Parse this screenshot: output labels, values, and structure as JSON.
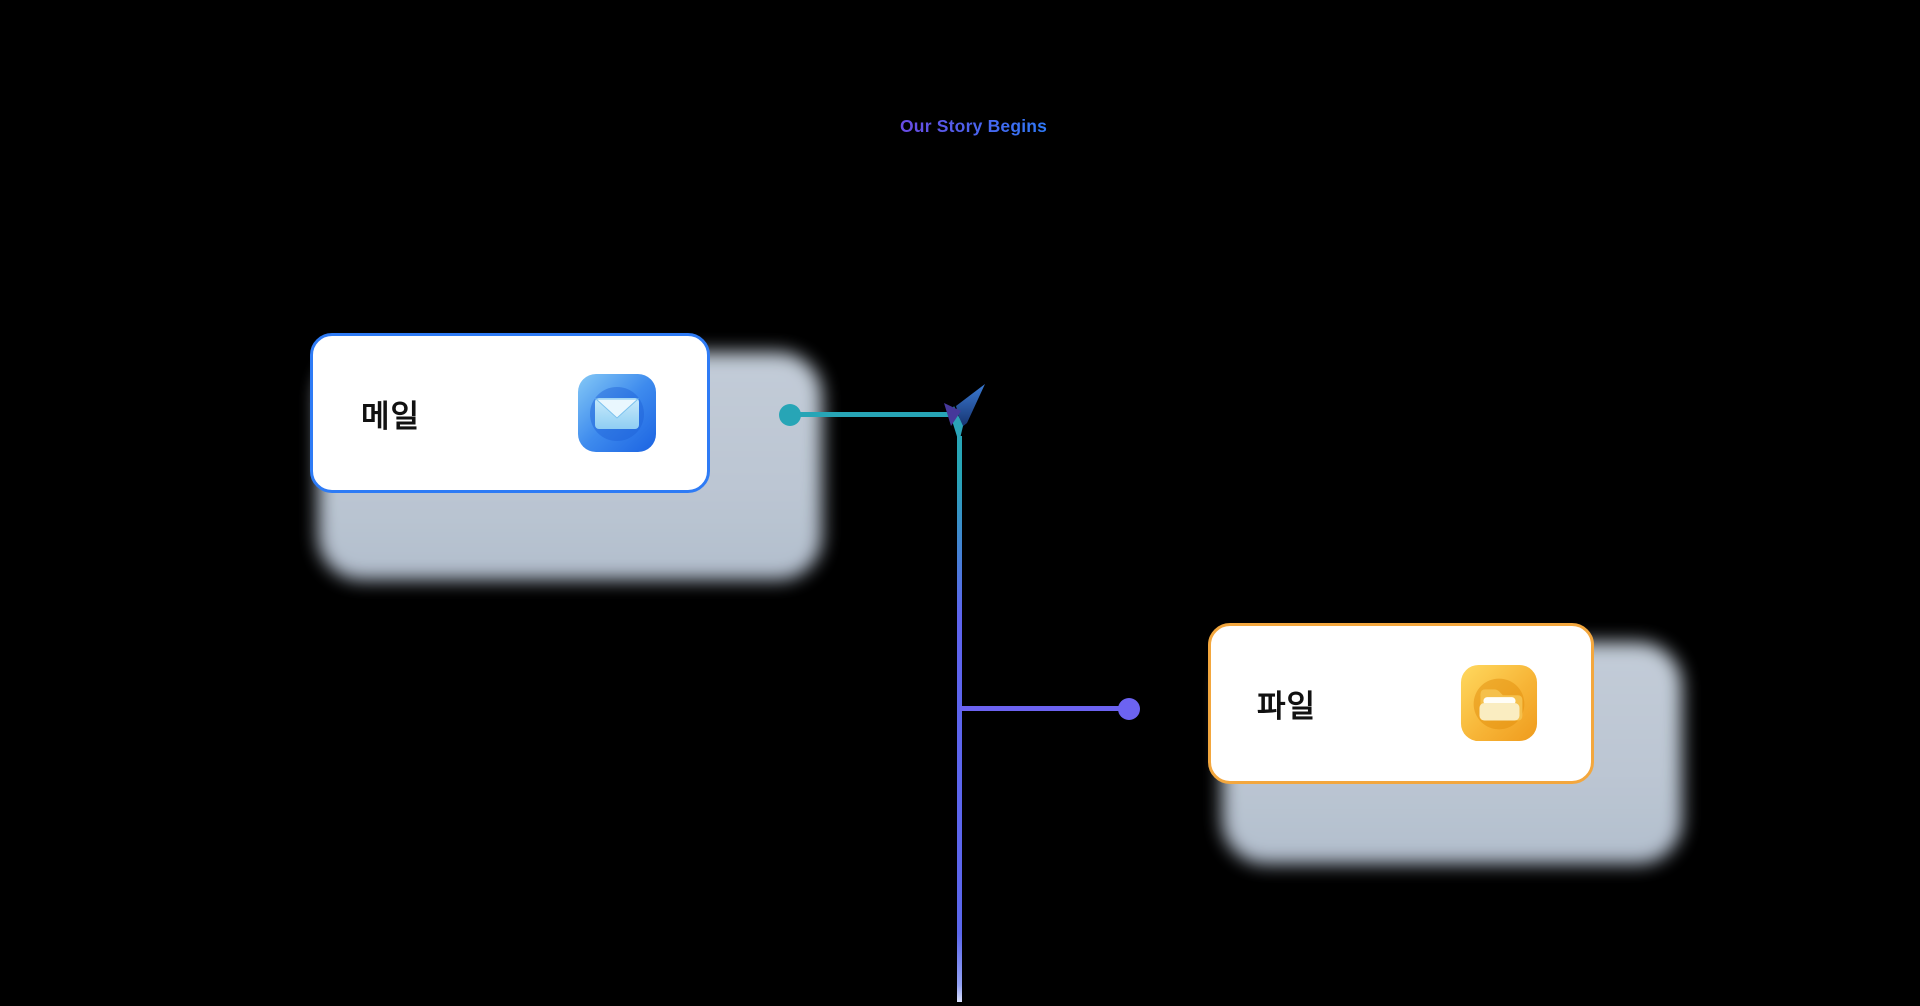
{
  "title": {
    "text": "Our Story Begins"
  },
  "nodes": [
    {
      "id": "mail",
      "label": "메일",
      "icon": "mail-app-icon",
      "border_color": "#2E7BF5"
    },
    {
      "id": "file",
      "label": "파일",
      "icon": "folder-app-icon",
      "border_color": "#F3A73E"
    }
  ],
  "connectors": {
    "from_mail": {
      "endpoint_icon": "teal-dot",
      "color": "#27A5B6"
    },
    "to_file": {
      "endpoint_icon": "purple-dot",
      "color": "#6C63F1"
    },
    "trunk": {
      "gradient_top": "#27A5B6",
      "gradient_bottom": "#5B67EC"
    },
    "arrowhead": {
      "icon": "swoosh-arrow-icon",
      "navy": "#1B4186",
      "teal": "#2BA3B8",
      "purple": "#46389A"
    }
  },
  "theme": {
    "background": "#000000",
    "card_bg": "#FFFFFF",
    "label_color": "#111111",
    "mail_border": "#2E7BF5",
    "file_border": "#F3A73E",
    "teal": "#27A5B6",
    "purple": "#6C63F1",
    "shadow": "#C4CFDC",
    "title_gradient_start": "#6A4BE4",
    "title_gradient_end": "#2E79F7"
  }
}
